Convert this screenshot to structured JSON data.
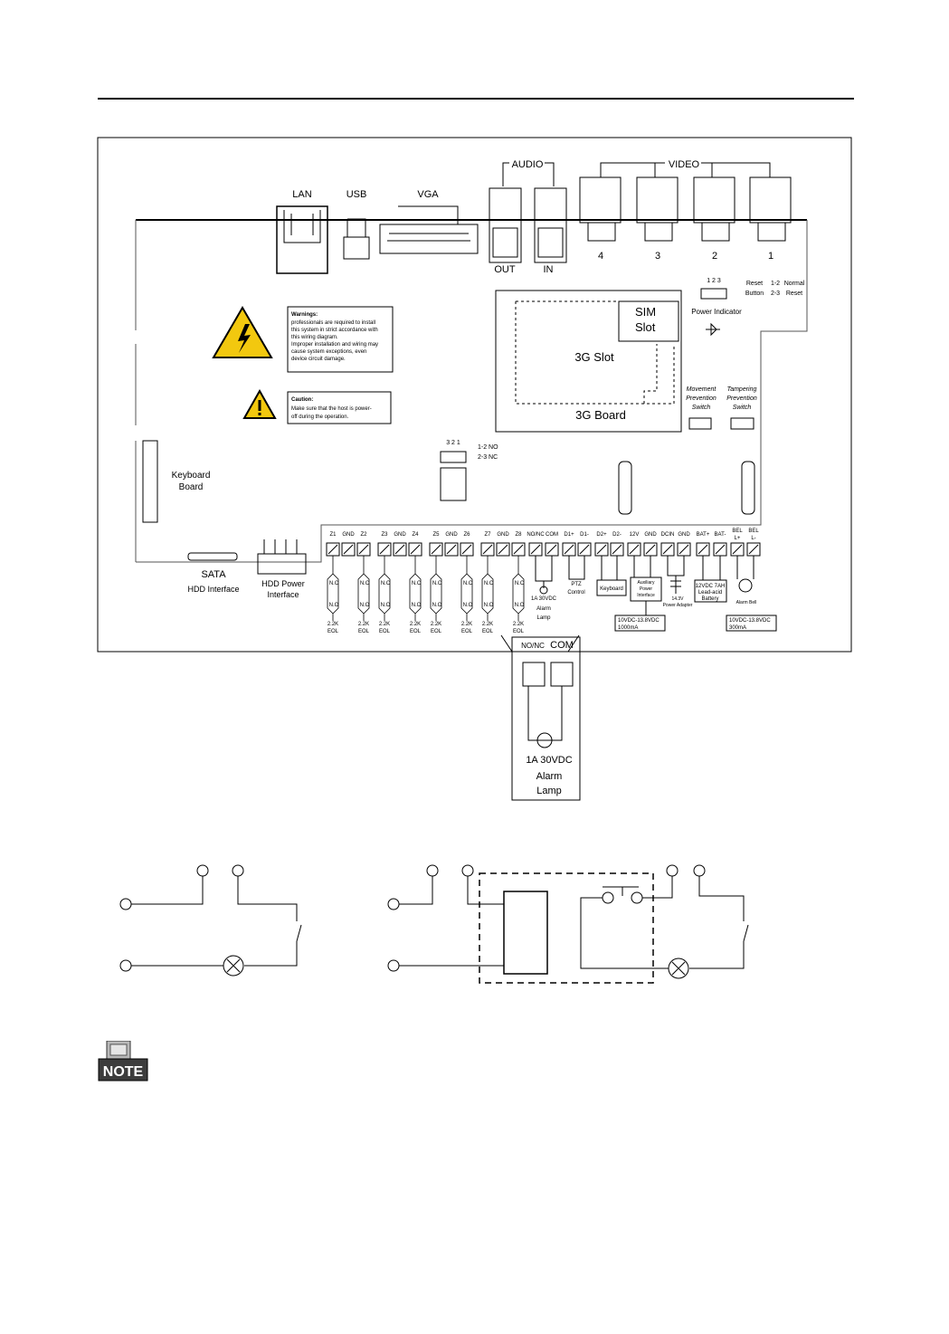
{
  "board": {
    "top": {
      "lan": "LAN",
      "usb": "USB",
      "vga": "VGA",
      "audio": "AUDIO",
      "audio_out": "OUT",
      "audio_in": "IN",
      "video": "VIDEO",
      "video_ch": [
        "4",
        "3",
        "2",
        "1"
      ]
    },
    "reset": {
      "jumper_pins": "1 2 3",
      "reset_l1": "Reset",
      "reset_l2": "Button",
      "opt1_l1": "1-2",
      "opt1_l2": "Normal",
      "opt2_l1": "2-3",
      "opt2_l2": "Reset"
    },
    "power_indicator": "Power Indicator",
    "warnings": {
      "title": "Warnings:",
      "lines": [
        "professionals are required to install",
        "this system in strict accordance with",
        "this wiring diagram.",
        "Improper installation and wiring may",
        "cause system exceptions, even",
        "device circuit damage."
      ]
    },
    "caution": {
      "title": "Caution:",
      "lines": [
        "Make sure that the host is power-",
        "off during the operation."
      ]
    },
    "module": {
      "sim_l1": "SIM",
      "sim_l2": "Slot",
      "slot": "3G Slot",
      "board": "3G Board"
    },
    "movement": [
      "Movement",
      "Prevention",
      "Switch"
    ],
    "tampering": [
      "Tampering",
      "Prevention",
      "Switch"
    ],
    "relay_jumper": {
      "pins": "3 2 1",
      "no": "1-2 NO",
      "nc": "2-3 NC"
    },
    "keyboard_board": [
      "Keyboard",
      "Board"
    ],
    "sata": "SATA",
    "hdd_interface": "HDD Interface",
    "hdd_power": [
      "HDD Power",
      "Interface"
    ],
    "terminals": [
      "Z1",
      "GND",
      "Z2",
      "Z3",
      "GND",
      "Z4",
      "Z5",
      "GND",
      "Z6",
      "Z7",
      "GND",
      "Z8",
      "NO/NC",
      "COM",
      "D1+",
      "D1-",
      "D2+",
      "D2-",
      "12V",
      "GND",
      "DCIN",
      "GND",
      "BAT+",
      "BAT-",
      "BEL L+",
      "BEL L-"
    ],
    "zone_nc": "N.C",
    "zone_no": "N.O",
    "eol_value": "2.2K",
    "eol_label": "EOL",
    "lamp_small": [
      "1A 30VDC",
      "Alarm",
      "Lamp"
    ],
    "ptz": [
      "PTZ",
      "Control"
    ],
    "keyboard": "Keyboard",
    "aux_power": [
      "Auxiliary",
      "Power",
      "Interface"
    ],
    "aux_spec": [
      "10VDC-13.8VDC",
      "1000mA"
    ],
    "adapter": [
      "14.3V",
      "Power Adapter"
    ],
    "battery": [
      "12VDC 7AH",
      "Lead-acid",
      "Battery"
    ],
    "bell_spec": [
      "10VDC-13.8VDC",
      "300mA"
    ],
    "alarm_bell": "Alarm Bell"
  },
  "zoom": {
    "nonc": "NO/NC",
    "com": "COM",
    "spec": "1A 30VDC",
    "alarm": "Alarm",
    "lamp": "Lamp"
  },
  "note_label": "NOTE"
}
